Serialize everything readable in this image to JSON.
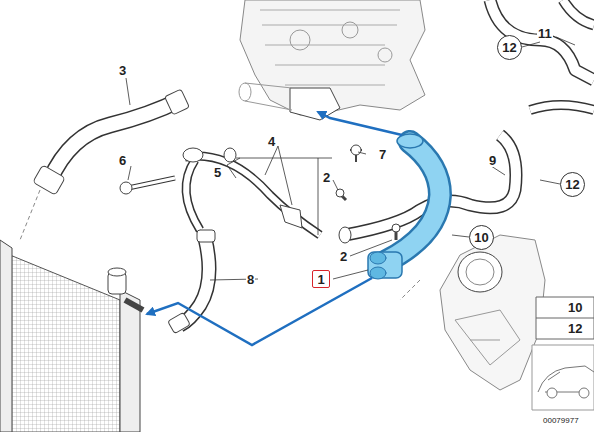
{
  "diagram": {
    "nodes": [
      {
        "text": [
          "12"
        ]
      },
      {
        "text": [
          "12"
        ]
      },
      {
        "text": [
          "10"
        ]
      },
      {
        "text": [
          "1"
        ]
      }
    ],
    "labels": [
      "3",
      "11",
      "6",
      "5",
      "4",
      "7",
      "2",
      "9",
      "2",
      "8",
      "10",
      "12",
      "00079977"
    ]
  }
}
